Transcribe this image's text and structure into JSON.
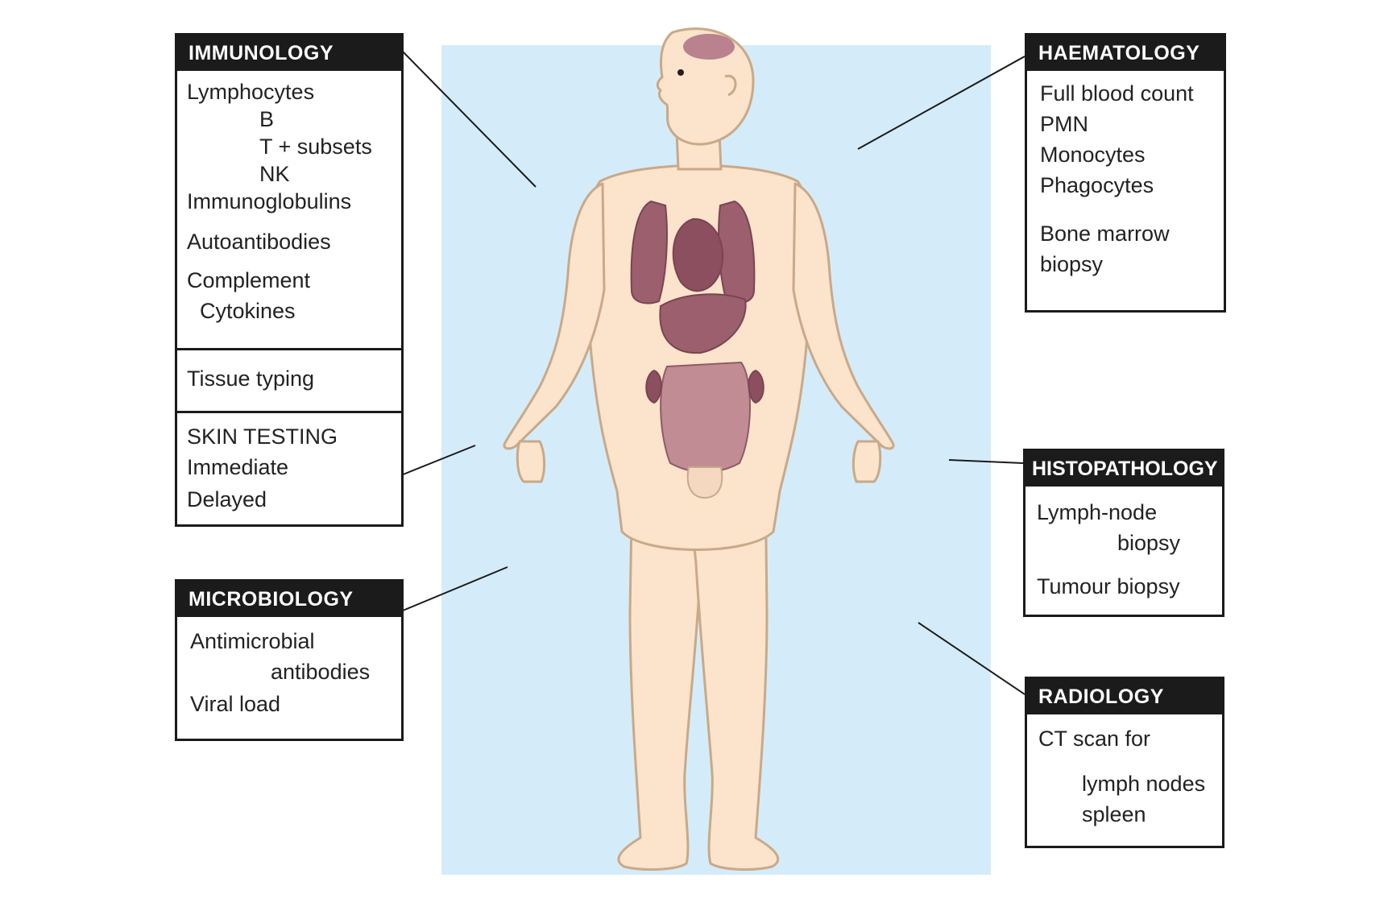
{
  "colors": {
    "background_panel": "#d4ecfa",
    "skin": "#fbe3cc",
    "skin_outline": "#c9a988",
    "organ": "#9b5f6d",
    "organ_dark": "#7c4452",
    "box_border": "#1b1b1b"
  },
  "immunology": {
    "title": "IMMUNOLOGY",
    "lines": [
      "Lymphocytes",
      "B",
      "T + subsets",
      "NK",
      "Immunoglobulins",
      "Autoantibodies",
      "Complement",
      "Cytokines"
    ],
    "tissue": "Tissue typing",
    "skin_title": "SKIN TESTING",
    "skin_lines": [
      "Immediate",
      "Delayed"
    ]
  },
  "microbiology": {
    "title": "MICROBIOLOGY",
    "lines": [
      "Antimicrobial",
      "antibodies",
      "Viral load"
    ]
  },
  "haematology": {
    "title": "HAEMATOLOGY",
    "lines": [
      "Full blood count",
      "PMN",
      "Monocytes",
      "Phagocytes",
      "Bone marrow",
      "biopsy"
    ]
  },
  "histopathology": {
    "title": "HISTOPATHOLOGY",
    "lines": [
      "Lymph-node",
      "biopsy",
      "Tumour biopsy"
    ]
  },
  "radiology": {
    "title": "RADIOLOGY",
    "lines": [
      "CT scan for",
      "lymph nodes",
      "spleen"
    ]
  }
}
